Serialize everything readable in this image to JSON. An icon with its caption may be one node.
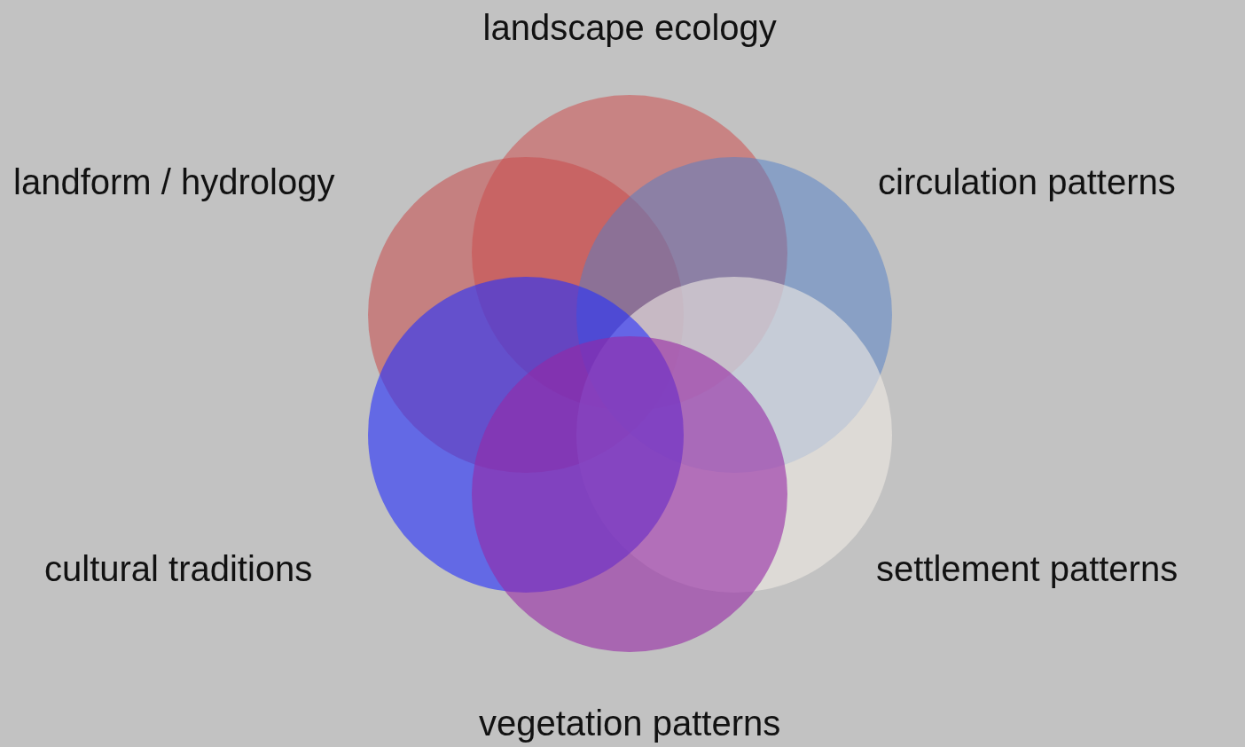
{
  "diagram": {
    "nodes": [
      {
        "text": [
          "landscape ecology"
        ]
      },
      {
        "text": [
          "landform / hydrology"
        ]
      },
      {
        "text": [
          "circulation patterns"
        ]
      },
      {
        "text": [
          "cultural traditions"
        ]
      },
      {
        "text": [
          "settlement patterns"
        ]
      },
      {
        "text": [
          "vegetation patterns"
        ]
      }
    ]
  }
}
